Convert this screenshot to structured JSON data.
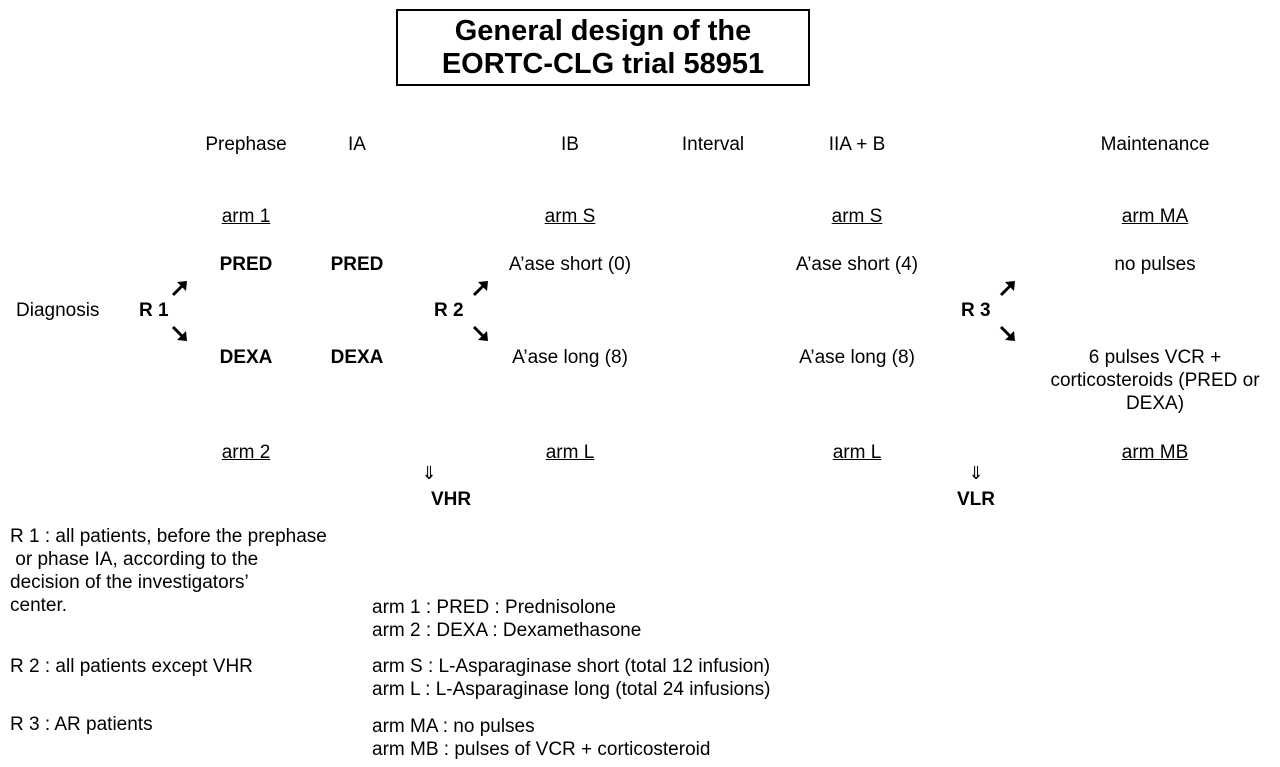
{
  "title": {
    "line1": "General design of the",
    "line2": "EORTC-CLG trial 58951"
  },
  "phases": {
    "prephase": "Prephase",
    "ia": "IA",
    "ib": "IB",
    "interval": "Interval",
    "iiab": "IIA + B",
    "maintenance": "Maintenance"
  },
  "arms_top": {
    "prephase": "arm 1",
    "ib": "arm S",
    "iiab": "arm S",
    "maintenance": "arm MA"
  },
  "arms_bottom": {
    "prephase": "arm 2",
    "ib": "arm L",
    "iiab": "arm L",
    "maintenance": "arm MB"
  },
  "treatments": {
    "pred_pre": "PRED",
    "pred_ia": "PRED",
    "dexa_pre": "DEXA",
    "dexa_ia": "DEXA",
    "ib_top": "A’ase short (0)",
    "ib_bottom": "A’ase long (8)",
    "iiab_top": "A’ase short (4)",
    "iiab_bottom": "A’ase long (8)",
    "maint_top": "no pulses",
    "maint_bottom_line1": "6 pulses VCR +",
    "maint_bottom_line2": "corticosteroids (PRED or",
    "maint_bottom_line3": "DEXA)"
  },
  "flow": {
    "diagnosis": "Diagnosis",
    "r1": "R 1",
    "r2": "R 2",
    "r3": "R 3",
    "down_arrow_glyph": "⇓",
    "vhr": "VHR",
    "vlr": "VLR"
  },
  "notes": {
    "r1_line1": "R 1 : all patients, before the prephase",
    "r1_line2": " or phase IA, according to the",
    "r1_line3": "decision of the investigators’",
    "r1_line4": "center.",
    "r2": "R 2 : all patients except VHR",
    "r3": "R 3 : AR patients"
  },
  "legend": {
    "arm1": "arm 1 : PRED : Prednisolone",
    "arm2": "arm 2 : DEXA : Dexamethasone",
    "armS": "arm S : L-Asparaginase short (total 12 infusion)",
    "armL": "arm L : L-Asparaginase long (total 24 infusions)",
    "armMA": "arm MA : no pulses",
    "armMB": "arm MB : pulses of VCR + corticosteroid"
  },
  "colors": {
    "ink": "#000000",
    "background": "#ffffff"
  }
}
